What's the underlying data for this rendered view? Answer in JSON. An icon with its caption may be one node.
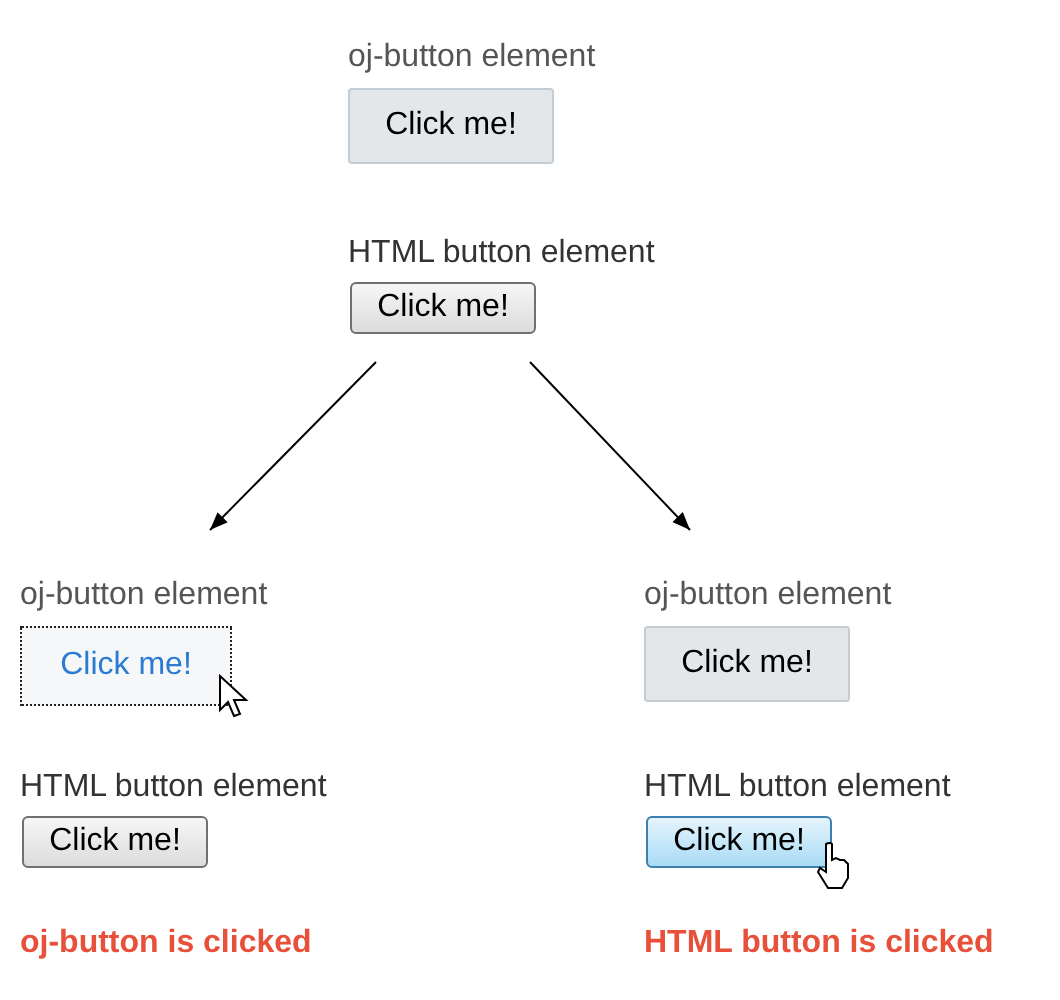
{
  "diagram": {
    "nodes": [
      {
        "text": [
          "Click me!"
        ],
        "beside": [
          "oj-button element"
        ]
      },
      {
        "text": [
          "Click me!"
        ],
        "beside": [
          "HTML button element"
        ]
      },
      {
        "text": [
          "Click me!"
        ],
        "beside": [
          "oj-button element"
        ]
      },
      {
        "text": [
          "Click me!"
        ],
        "beside": [
          "HTML button element"
        ]
      },
      {
        "text": [
          "Click me!"
        ],
        "beside": [
          "oj-button element"
        ]
      },
      {
        "text": [
          "Click me!"
        ],
        "beside": [
          "HTML button element"
        ]
      }
    ],
    "edges": [
      {
        "from": 1,
        "to": 2,
        "arrow": "to"
      },
      {
        "from": 1,
        "to": 4,
        "arrow": "to"
      }
    ],
    "labels": [
      "oj-button is clicked",
      "HTML button is clicked"
    ]
  }
}
